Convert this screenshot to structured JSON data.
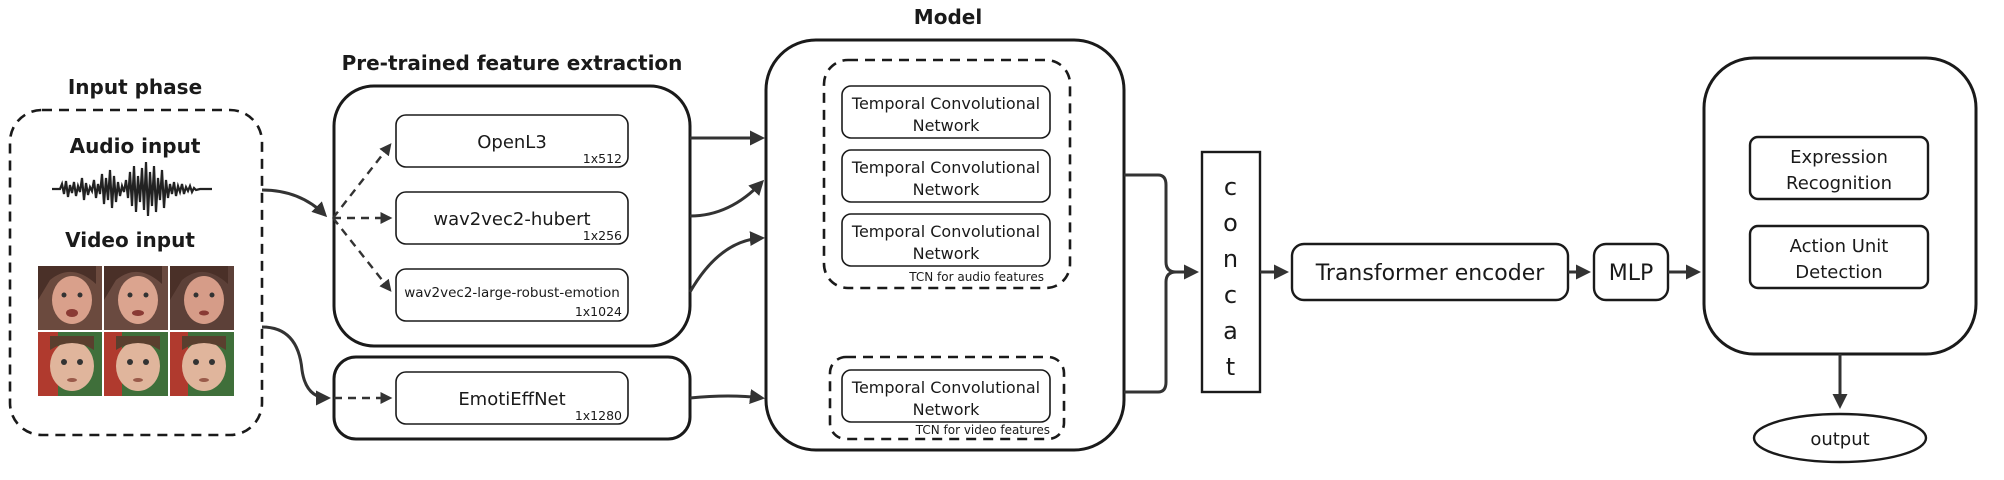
{
  "headings": {
    "input_phase": "Input phase",
    "feature_extraction": "Pre-trained feature extraction",
    "model": "Model"
  },
  "inputs": {
    "audio_label": "Audio input",
    "video_label": "Video input"
  },
  "extractors": {
    "openl3": {
      "name": "OpenL3",
      "dim": "1x512"
    },
    "hubert": {
      "name": "wav2vec2-hubert",
      "dim": "1x256"
    },
    "emotion": {
      "name": "wav2vec2-large-robust-emotion",
      "dim": "1x1024"
    },
    "emotieffnet": {
      "name": "EmotiEffNet",
      "dim": "1x1280"
    }
  },
  "model": {
    "tcn_label_line1": "Temporal Convolutional",
    "tcn_label_line2": "Network",
    "audio_group_caption": "TCN for audio features",
    "video_group_caption": "TCN for video features"
  },
  "concat_letters": [
    "c",
    "o",
    "n",
    "c",
    "a",
    "t"
  ],
  "transformer": "Transformer encoder",
  "mlp": "MLP",
  "tasks": {
    "expression": {
      "line1": "Expression",
      "line2": "Recognition"
    },
    "action_unit": {
      "line1": "Action Unit",
      "line2": "Detection"
    }
  },
  "output": "output"
}
